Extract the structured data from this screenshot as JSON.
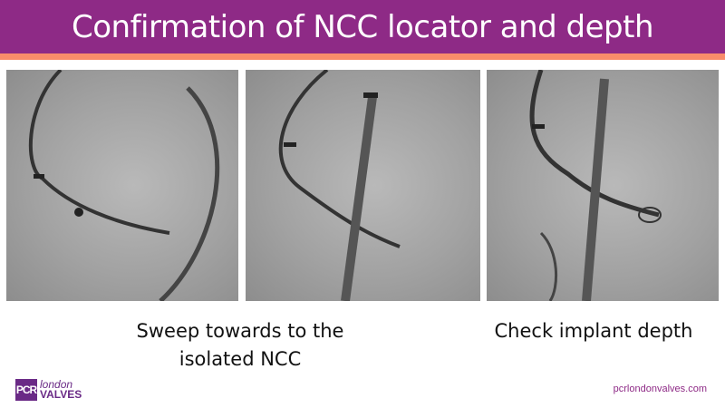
{
  "slide": {
    "title": "Confirmation of NCC locator and depth",
    "captions": [
      "Sweep towards to the isolated NCC",
      "Check implant depth"
    ],
    "caption_lines": [
      [
        "Sweep towards to the",
        "isolated NCC"
      ],
      [
        "Check implant depth"
      ]
    ],
    "logo": {
      "box": "PCR",
      "line1": "london",
      "line2": "VALVES"
    },
    "url": "pcrlondonvalves.com"
  },
  "colors": {
    "header": "#8e2a86",
    "band": "#f98c6a",
    "brand": "#6a2a86"
  }
}
